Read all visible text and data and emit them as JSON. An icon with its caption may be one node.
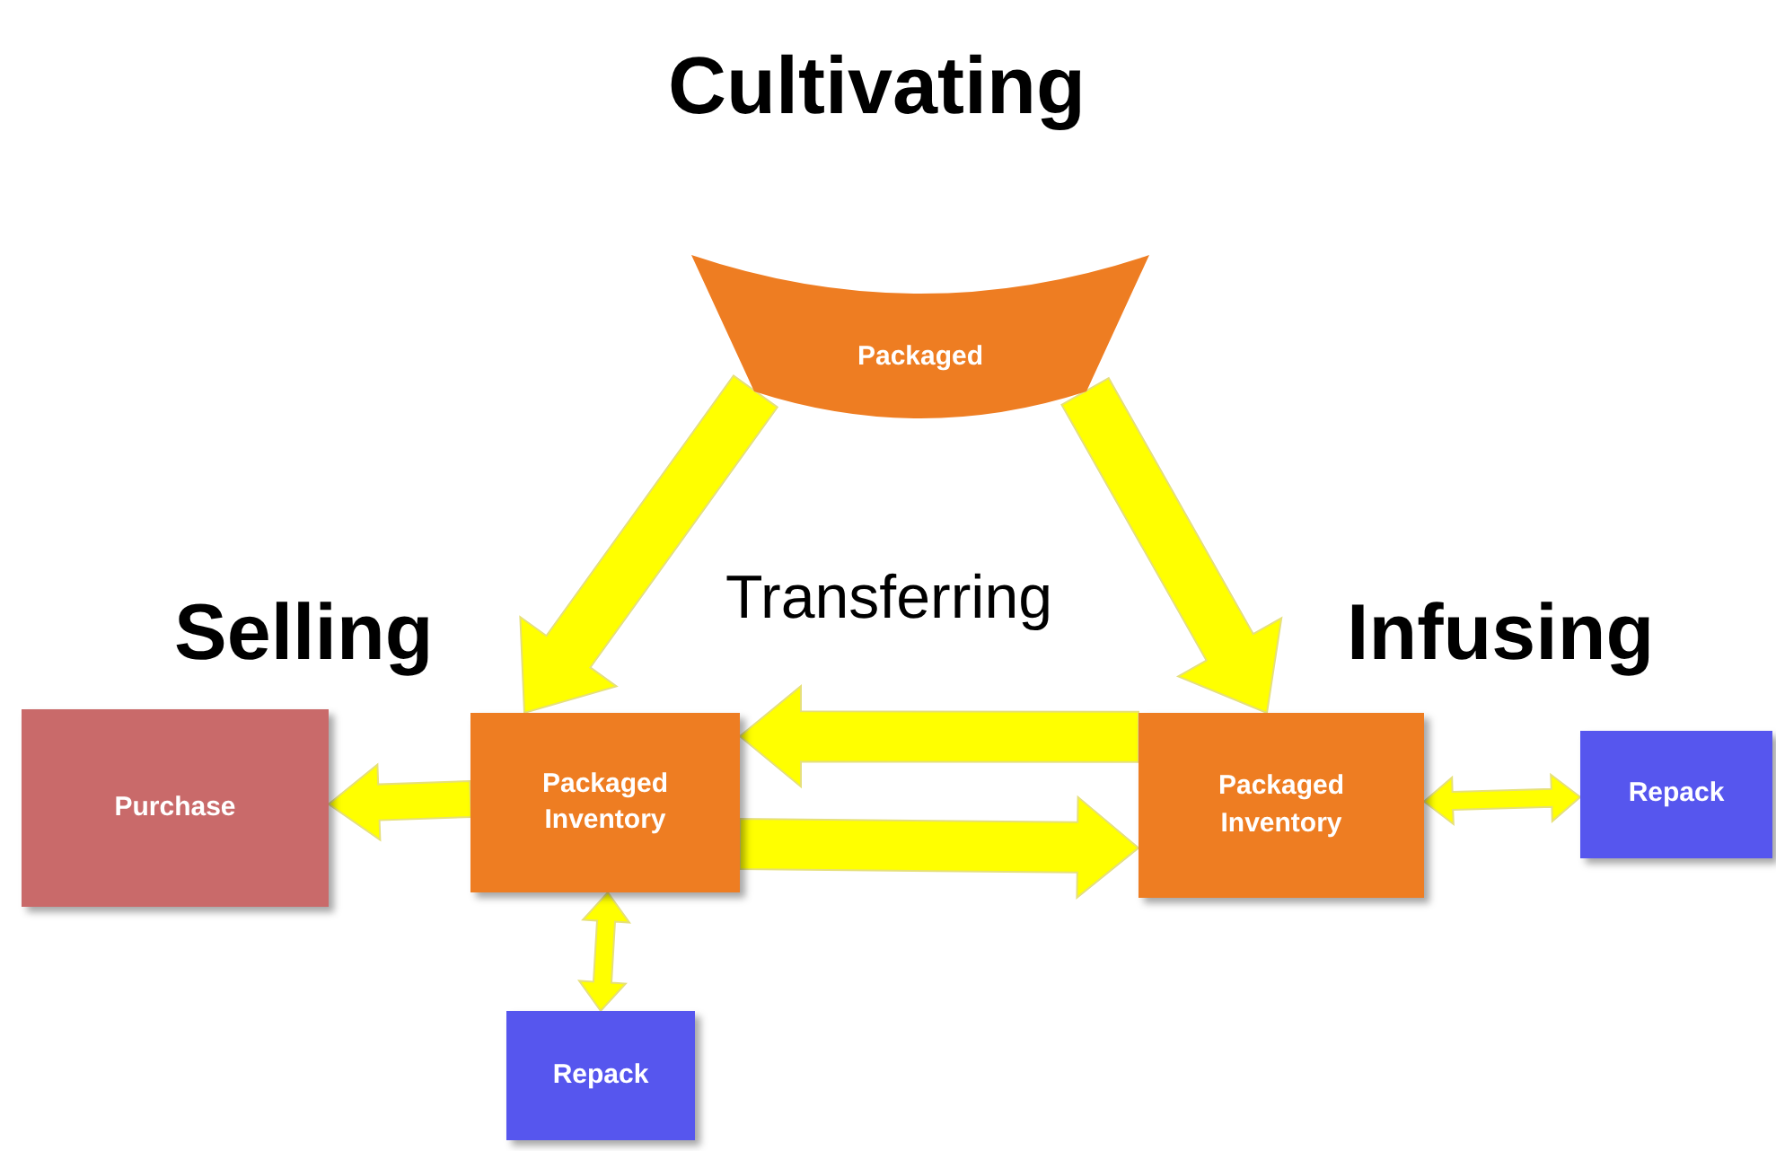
{
  "diagram": {
    "nodes": [
      {
        "text": [
          "Packaged"
        ]
      },
      {
        "text": [
          "Packaged Inventory"
        ]
      },
      {
        "text": [
          "Packaged Inventory"
        ]
      },
      {
        "text": [
          "Purchase"
        ]
      },
      {
        "text": [
          "Repack"
        ]
      },
      {
        "text": [
          "Repack"
        ]
      }
    ],
    "edges": [
      {
        "from": 0,
        "to": 1,
        "arrow": "to"
      },
      {
        "from": 0,
        "to": 2,
        "arrow": "to"
      },
      {
        "from": 2,
        "to": 1,
        "arrow": "to"
      },
      {
        "from": 1,
        "to": 2,
        "arrow": "to"
      },
      {
        "from": 1,
        "to": 3,
        "arrow": "to"
      },
      {
        "from": 2,
        "to": 4,
        "arrow": "both"
      },
      {
        "from": 1,
        "to": 5,
        "arrow": "both"
      }
    ],
    "labels": [
      "Cultivating",
      "Selling",
      "Transferring",
      "Infusing"
    ]
  }
}
